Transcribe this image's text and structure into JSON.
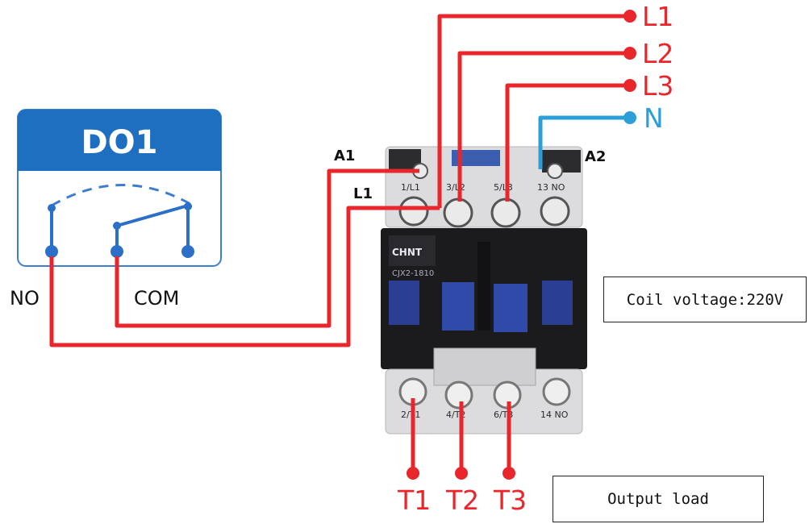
{
  "relay": {
    "title": "DO1",
    "left_label": "NO",
    "right_label": "COM"
  },
  "contactor": {
    "coil_left": "A1",
    "coil_right": "A2",
    "input_label": "L1",
    "brand": "CHNT",
    "model": "CJX2-1810",
    "top_terminals": [
      "1/L1",
      "3/L2",
      "5/L3",
      "13 NO"
    ],
    "bottom_terminals": [
      "2/T1",
      "4/T2",
      "6/T3",
      "14 NO"
    ]
  },
  "supply": {
    "lines": [
      "L1",
      "L2",
      "L3"
    ],
    "neutral": "N"
  },
  "outputs": [
    "T1",
    "T2",
    "T3"
  ],
  "notes": {
    "coil": "Coil voltage:220V",
    "load": "Output load"
  },
  "colors": {
    "phase": "#e8262b",
    "neutral": "#2d9fd8",
    "relay_header": "#1f6fc1",
    "relay_contact": "#2b6fc8"
  }
}
